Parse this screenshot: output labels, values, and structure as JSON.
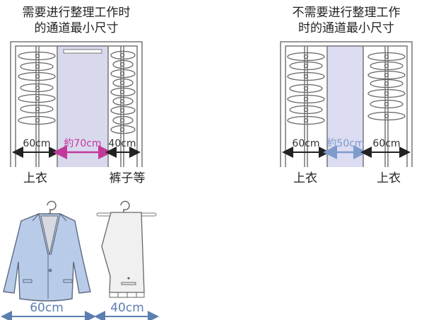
{
  "left_panel": {
    "title_line1": "需要进行整理工作时",
    "title_line2": "的通道最小尺寸",
    "left_width": "60cm",
    "aisle_width": "約70cm",
    "right_width": "40cm",
    "left_label": "上衣",
    "right_label": "裤子等",
    "aisle_color": "#d9d9ee",
    "aisle_measure_color": "#c2399a"
  },
  "right_panel": {
    "title_line1": "不需要进行整理工作",
    "title_line2": "时的通道最小尺寸",
    "left_width": "60cm",
    "aisle_width": "約50cm",
    "right_width": "60cm",
    "left_label": "上衣",
    "right_label": "上衣",
    "aisle_color": "#dcdcf2",
    "aisle_measure_color": "#7d9ccc"
  },
  "garments": {
    "jacket_width": "60cm",
    "pants_width": "40cm",
    "jacket_color": "#b8cbe8",
    "pants_color": "#f0f0f0",
    "arrow_color": "#5b7fb0"
  }
}
